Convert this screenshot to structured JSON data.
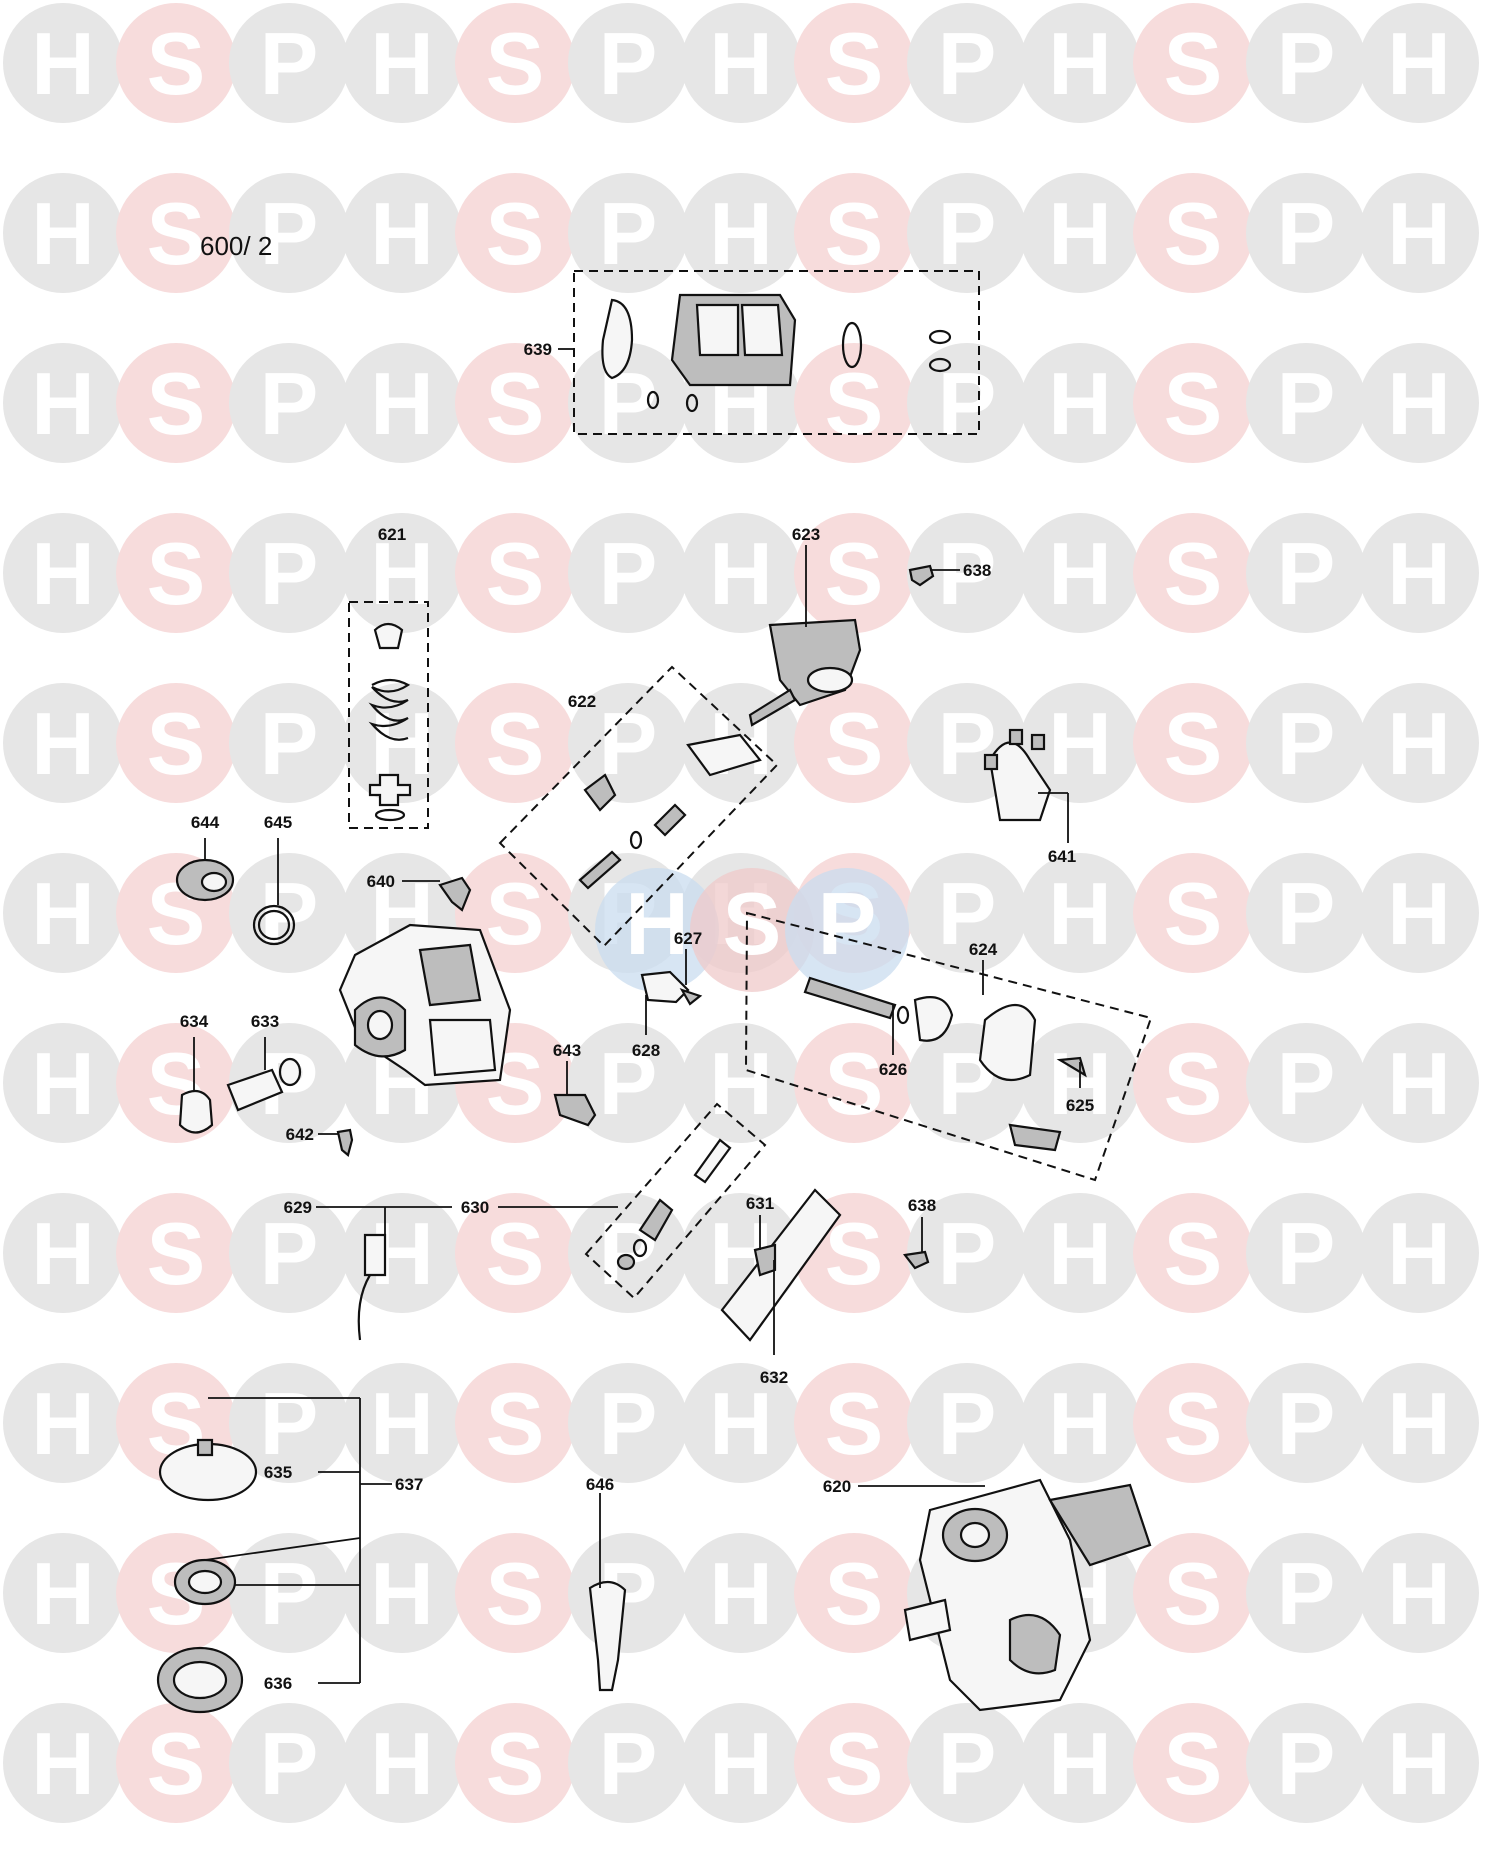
{
  "watermark": {
    "letters": [
      "H",
      "S",
      "P"
    ],
    "colors": {
      "H": "#e6e6e6",
      "S": "#f7dcdc",
      "P": "#e6e6e6",
      "center_H": "#c9dcef",
      "center_S": "#efc9c9",
      "center_P": "#c9dcef"
    }
  },
  "diagram": {
    "reference": "600/ 2",
    "labels": {
      "p620": "620",
      "p621": "621",
      "p622": "622",
      "p623": "623",
      "p624": "624",
      "p625": "625",
      "p626": "626",
      "p627": "627",
      "p628": "628",
      "p629": "629",
      "p630": "630",
      "p631": "631",
      "p632": "632",
      "p633": "633",
      "p634": "634",
      "p635": "635",
      "p636": "636",
      "p637": "637",
      "p638a": "638",
      "p638b": "638",
      "p639": "639",
      "p640": "640",
      "p641": "641",
      "p642": "642",
      "p643": "643",
      "p644": "644",
      "p645": "645",
      "p646": "646"
    }
  }
}
